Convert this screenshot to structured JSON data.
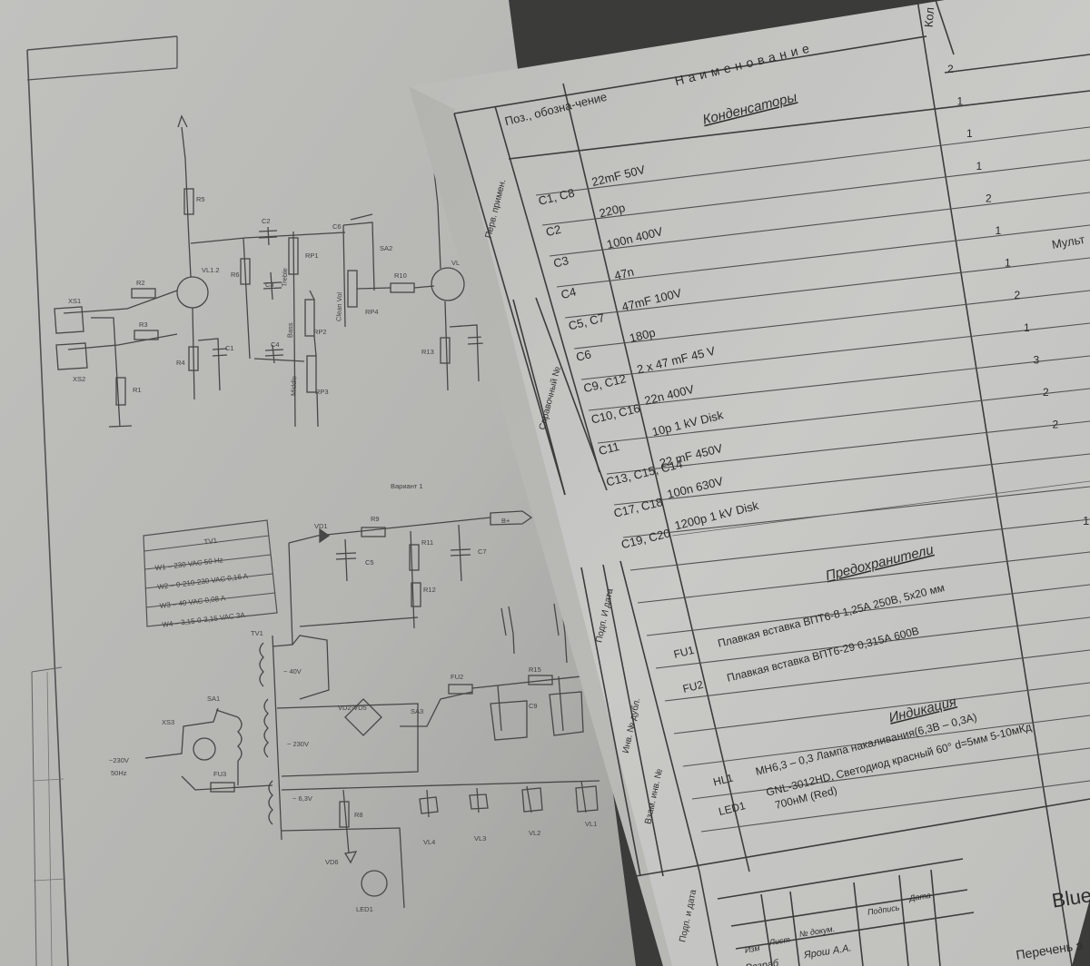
{
  "schematic": {
    "component_labels": {
      "r5": "R5",
      "c2": "C2",
      "rp1": "RP1",
      "c6": "C6",
      "sa2": "SA2",
      "r10": "R10",
      "vl": "VL",
      "vl12": "VL1.2",
      "r6": "R6",
      "c3": "C3",
      "treble": "Treble",
      "clean_vol": "Clean Vol",
      "rp4": "RP4",
      "bass": "Bass",
      "rp2": "RP2",
      "c4": "C4",
      "middle": "Middle",
      "rp3": "RP3",
      "r2": "R2",
      "r3": "R3",
      "r1": "R1",
      "r4": "R4",
      "c1": "C1",
      "xs1": "XS1",
      "xs2": "XS2",
      "r13": "R13",
      "vd1": "VD1",
      "r9": "R9",
      "r11": "R11",
      "r12": "R12",
      "c5": "C5",
      "c7": "C7",
      "tv1": "TV1",
      "sa1": "SA1",
      "xs3": "XS3",
      "fu3": "FU3",
      "fu2": "FU2",
      "sa3": "SA3",
      "r15": "R15",
      "c9": "C9",
      "vd2_vd5": "VD2-VD5",
      "r8": "R8",
      "vd6": "VD6",
      "led1": "LED1",
      "vl4": "VL4",
      "vl3": "VL3",
      "vl2": "VL2",
      "vl1": "VL1"
    },
    "variant_caption": "Вариант 1",
    "bus_tag": "B+",
    "mains_label": "~230V",
    "mains_sub": "50Hz",
    "voltages": {
      "v40": "~ 40V",
      "v230": "~ 230V",
      "v63": "~ 6,3V"
    },
    "tv1_table": {
      "title": "TV1",
      "rows": [
        "W1 – 230 VAC 50 Hz",
        "W2 – 0-210-230 VAC 0,16 A",
        "W3 – 40 VAC 0,08 A",
        "W4 – 3,15-0-3,15 VAC 3A"
      ]
    }
  },
  "spec": {
    "column_headers": {
      "pos": "Поз., обозна-чение",
      "name": "Наименование",
      "qty": "Кол"
    },
    "side_labels": {
      "perv": "Перв. примен.",
      "sprav": "Справочный №",
      "podp_data": "Подп. И дата",
      "inv_dubl": "Инв. № дубл.",
      "vzam": "Взам. инв. №",
      "podp_data2": "Подп. и дата"
    },
    "sections": {
      "capacitors": "Конденсаторы",
      "fuses": "Предохранители",
      "indication": "Индикация"
    },
    "rows": [
      {
        "pos": "C1, C8",
        "name": "22mF 50V",
        "qty": "2"
      },
      {
        "pos": "C2",
        "name": "220p",
        "qty": "1"
      },
      {
        "pos": "C3",
        "name": "100n 400V",
        "qty": "1"
      },
      {
        "pos": "C4",
        "name": "47n",
        "qty": "1"
      },
      {
        "pos": "C5, C7",
        "name": "47mF 100V",
        "qty": "2"
      },
      {
        "pos": "C6",
        "name": "180p",
        "qty": "1"
      },
      {
        "pos": "C9, C12",
        "name": "2 x 47 mF 45 V",
        "qty": "1"
      },
      {
        "pos": "C10, C16",
        "name": "22n 400V",
        "qty": "2"
      },
      {
        "pos": "C11",
        "name": "10p 1 kV Disk",
        "qty": "1"
      },
      {
        "pos": "C13, C15, C14",
        "name": "22 mF 450V",
        "qty": "3"
      },
      {
        "pos": "C17, C18",
        "name": "100n 630V",
        "qty": "2"
      },
      {
        "pos": "C19, C20",
        "name": "1200p 1 kV Disk",
        "qty": "2"
      }
    ],
    "fuse_rows": [
      {
        "pos": "FU1",
        "name": "Плавкая вставка ВПТ6-8 1,25А 250В, 5х20 мм"
      },
      {
        "pos": "FU2",
        "name": "Плавкая вставка ВПТ6-29 0,315А 600В"
      }
    ],
    "ind_rows": [
      {
        "pos": "HL1",
        "name": "МН6,3 – 0,3 Лампа накаливания(6,3В – 0,3А)"
      },
      {
        "pos": "LED1",
        "name": "GNL-3012HD, Светодиод красный 60° d=5мм 5-10мКд",
        "name2": "700нМ (Red)"
      }
    ],
    "extra_right": "Мульт",
    "extra_right_qty": "1",
    "title_block": {
      "izm": "Изм",
      "list": "Лист",
      "ndoc": "№ докум.",
      "podpis": "Подпись",
      "data": "Дата",
      "razrab": "Разраб",
      "author": "Ярош А.А.",
      "doc_title": "Blue",
      "doc_sub": "Перечень э"
    }
  }
}
